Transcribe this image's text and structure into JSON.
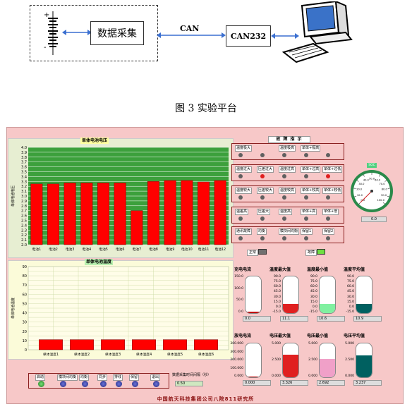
{
  "diagram": {
    "box_data": "数据采集",
    "bus_label": "CAN",
    "box_can232": "CAN232",
    "battery_plus": "+",
    "battery_minus": "-"
  },
  "caption": "图 3  实验平台",
  "voltage_chart": {
    "title": "单体电池电压",
    "ylabel": "单体电池电压",
    "chart_data": {
      "type": "bar",
      "categories": [
        "电池1",
        "电池2",
        "电池3",
        "电池4",
        "电池5",
        "电池6",
        "电池7",
        "电池8",
        "电池9",
        "电池10",
        "电池11",
        "电池12"
      ],
      "values": [
        3.25,
        3.25,
        3.27,
        3.27,
        3.27,
        3.27,
        2.7,
        3.3,
        3.32,
        3.32,
        3.29,
        3.32
      ],
      "ylim": [
        2.0,
        4.0
      ],
      "yticks": [
        "4.0",
        "3.9",
        "3.8",
        "3.7",
        "3.6",
        "3.5",
        "3.4",
        "3.3",
        "3.2",
        "3.1",
        "3.0",
        "2.9",
        "2.8",
        "2.7",
        "2.6",
        "2.5",
        "2.4",
        "2.3",
        "2.2",
        "2.1",
        "2.0"
      ]
    }
  },
  "temp_chart": {
    "title": "单体电池温度",
    "ylabel": "单体电池温度",
    "chart_data": {
      "type": "bar",
      "categories": [
        "单体温度1",
        "单体温度2",
        "单体温度3",
        "单体温度4",
        "单体温度5",
        "单体温度6"
      ],
      "values": [
        11,
        11,
        11,
        11,
        11,
        11
      ],
      "ylim": [
        0,
        90
      ],
      "yticks": [
        "90",
        "80",
        "70",
        "60",
        "50",
        "40",
        "30",
        "20",
        "10",
        "0"
      ]
    }
  },
  "fault": {
    "title": "故 障 指 示",
    "groups": [
      {
        "labels": [
          "温度极大",
          "",
          "温度极高",
          "单体+极高"
        ],
        "leds": [
          "off",
          "off",
          "off",
          "off",
          "off"
        ]
      },
      {
        "labels": [
          "温度过大",
          "压差过大",
          "温度过高",
          "单体+过高",
          "单体+过低"
        ],
        "leds": [
          "off",
          "red",
          "off",
          "off",
          "red"
        ]
      },
      {
        "labels": [
          "温度较大",
          "压差较大",
          "温度较高",
          "单体+较高",
          "单体+较低"
        ],
        "leds": [
          "off",
          "off",
          "off",
          "off",
          "off"
        ]
      },
      {
        "labels": [
          "温差高",
          "压差大",
          "温度高",
          "单体+高",
          "单体+低"
        ],
        "leds": [
          "off",
          "off",
          "off",
          "off",
          "off"
        ]
      },
      {
        "labels": [
          "通讯故障",
          "均衡",
          "模块间均衡",
          "保留1",
          "保留2"
        ],
        "leds": [
          "off",
          "off",
          "off",
          "off",
          "off"
        ]
      }
    ],
    "normal_label": "正常",
    "fault_label": "故障"
  },
  "gauge": {
    "badge": "SOC",
    "value_text": "0.0",
    "ticks": [
      "0.0",
      "10.0",
      "20.0",
      "30.0",
      "40.0",
      "50.0",
      "60.0",
      "70.0",
      "80.0",
      "90.0",
      "100.0"
    ]
  },
  "tanks": [
    {
      "title": "充电电流",
      "ticks": [
        "150.0",
        "100.0",
        "50.0",
        "0.0"
      ],
      "value": "0.0",
      "fill": 0.03,
      "color": "#c00000"
    },
    {
      "title": "温度最大值",
      "ticks": [
        "90.0",
        "75.0",
        "60.0",
        "45.0",
        "30.0",
        "15.0",
        "0.0",
        "-15.0"
      ],
      "value": "11.1",
      "fill": 0.25,
      "color": "#e02020"
    },
    {
      "title": "温度最小值",
      "ticks": [
        "90.0",
        "75.0",
        "60.0",
        "45.0",
        "30.0",
        "15.0",
        "0.0",
        "-15.0"
      ],
      "value": "10.6",
      "fill": 0.25,
      "color": "#80f0a0"
    },
    {
      "title": "温度平均值",
      "ticks": [
        "90.0",
        "75.0",
        "60.0",
        "45.0",
        "30.0",
        "15.0",
        "0.0",
        "-15.0"
      ],
      "value": "10.9",
      "fill": 0.25,
      "color": "#006060"
    },
    {
      "title": "放电电流",
      "ticks": [
        "360.000",
        "300.000",
        "200.000",
        "100.000",
        "0.000"
      ],
      "value": "0.000",
      "fill": 0.02,
      "color": "#c00000"
    },
    {
      "title": "电压最大值",
      "ticks": [
        "5.000",
        "2.500",
        "0.000"
      ],
      "value": "3.326",
      "fill": 0.66,
      "color": "#e02020"
    },
    {
      "title": "电压最小值",
      "ticks": [
        "5.000",
        "2.500",
        "0.000"
      ],
      "value": "2.692",
      "fill": 0.54,
      "color": "#f0a0c8"
    },
    {
      "title": "电压平均值",
      "ticks": [
        "5.000",
        "2.500",
        "0.000"
      ],
      "value": "3.237",
      "fill": 0.65,
      "color": "#006060"
    }
  ],
  "controls": {
    "buttons": [
      "启动",
      "模块间均衡",
      "均衡",
      "同步",
      "排线",
      "保留",
      "退出"
    ],
    "interval_label": "数据采集时间间隔（秒）",
    "interval_value": "0.50"
  },
  "footer": "中国航天科技集团公司八院811研究所"
}
